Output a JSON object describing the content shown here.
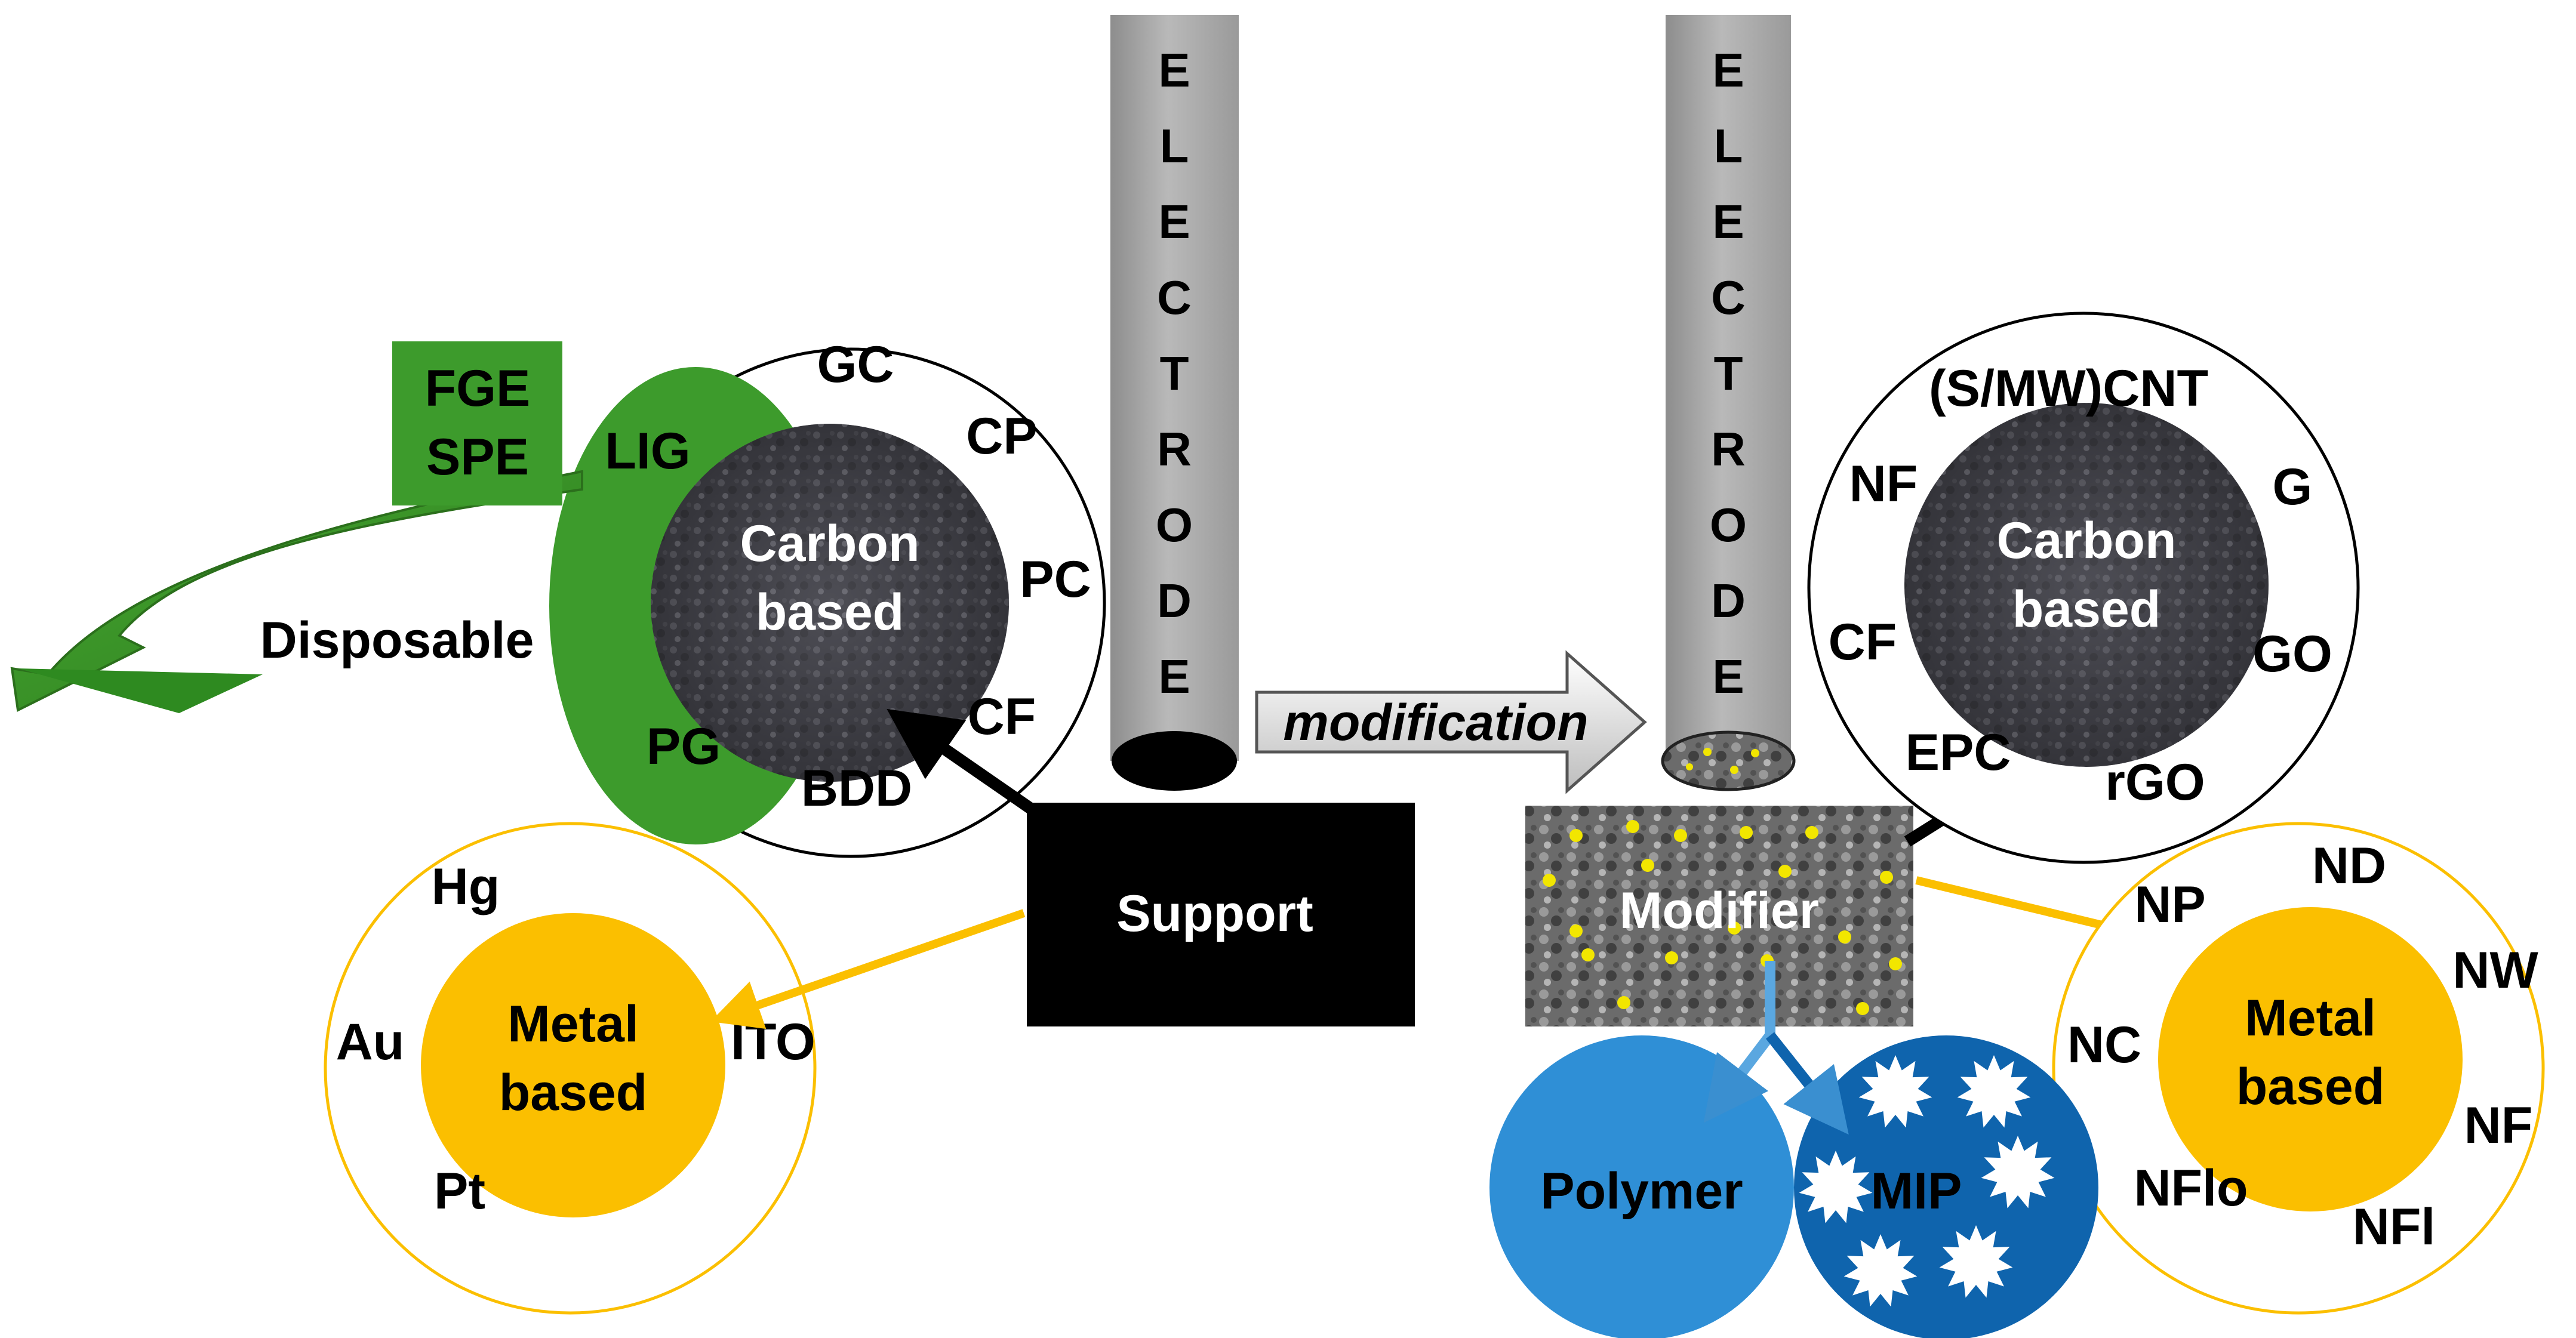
{
  "left_electrode": {
    "letters": [
      "E",
      "L",
      "E",
      "C",
      "T",
      "R",
      "O",
      "D",
      "E"
    ]
  },
  "right_electrode": {
    "letters": [
      "E",
      "L",
      "E",
      "C",
      "T",
      "R",
      "O",
      "D",
      "E"
    ]
  },
  "modification_arrow": {
    "label": "modification"
  },
  "support": {
    "label": "Support"
  },
  "modifier": {
    "label": "Modifier"
  },
  "disposable": {
    "label": "Disposable",
    "box_lines": [
      "FGE",
      "SPE"
    ]
  },
  "left_carbon": {
    "core_lines": [
      "Carbon",
      "based"
    ],
    "items": [
      "GC",
      "CP",
      "PC",
      "CF",
      "BDD",
      "PG",
      "LIG"
    ]
  },
  "left_metal": {
    "core_lines": [
      "Metal",
      "based"
    ],
    "items": [
      "Hg",
      "ITO",
      "Pt",
      "Au"
    ]
  },
  "right_carbon": {
    "core_lines": [
      "Carbon",
      "based"
    ],
    "items": [
      "(S/MW)CNT",
      "NF",
      "G",
      "CF",
      "GO",
      "EPC",
      "rGO"
    ]
  },
  "right_metal": {
    "core_lines": [
      "Metal",
      "based"
    ],
    "items": [
      "ND",
      "NP",
      "NW",
      "NC",
      "NF",
      "NFlo",
      "NFl"
    ]
  },
  "polymer": {
    "label": "Polymer"
  },
  "mip": {
    "label": "MIP"
  },
  "colors": {
    "green": "#3d9b2c",
    "dark_green": "#2e7d1e",
    "orange": "#fbbf00",
    "blue_light": "#2f8fd6",
    "blue_dark": "#0f64ad",
    "electrode_gray": "#ababab",
    "black": "#000000",
    "yellow_dots": "#f2e600"
  }
}
